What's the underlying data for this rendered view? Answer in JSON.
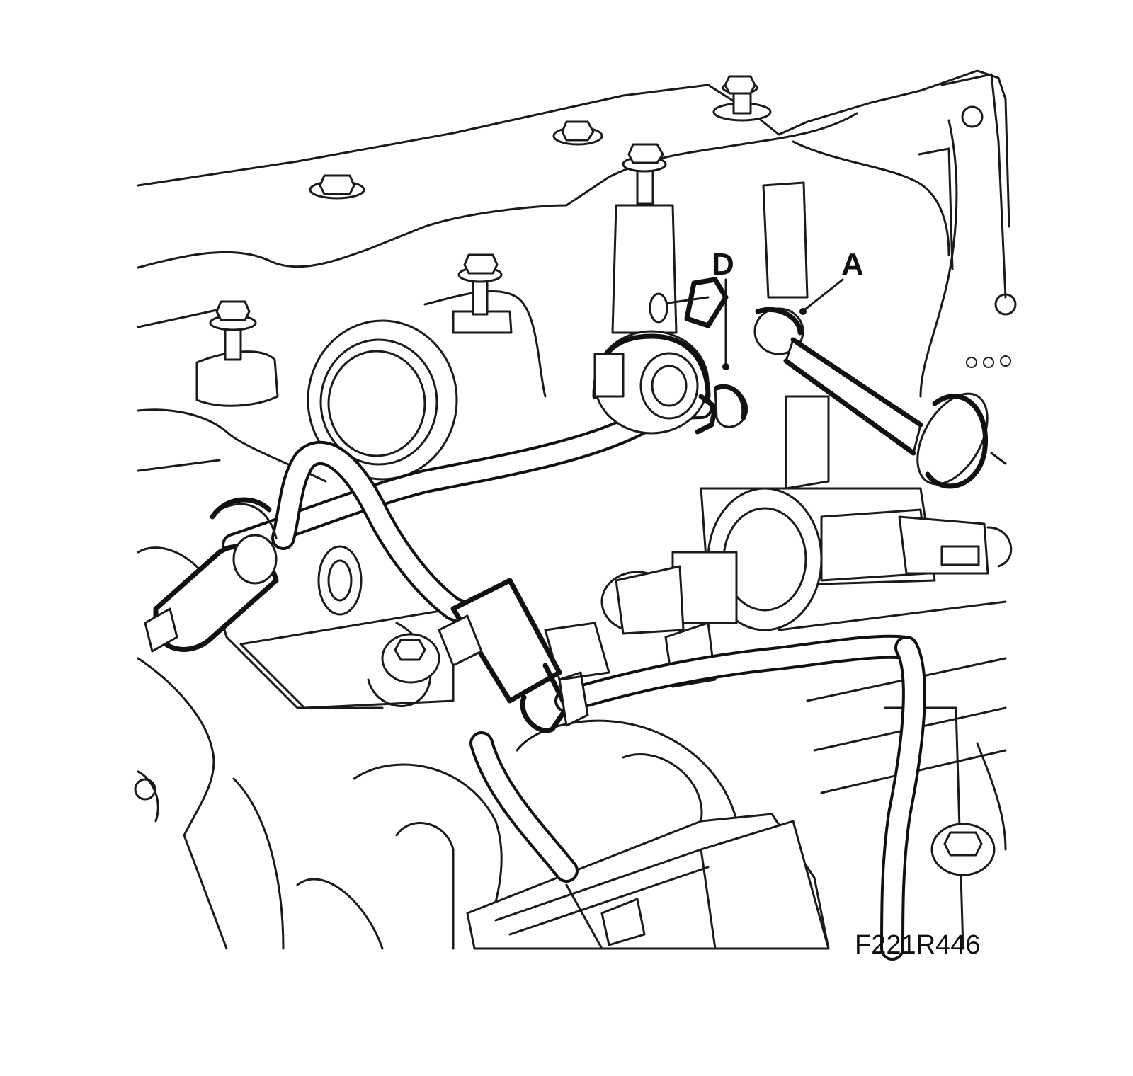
{
  "callouts": {
    "d": "D",
    "a": "A"
  },
  "figure_id": "F221R446",
  "colors": {
    "line": "#1a1a1a",
    "background": "#ffffff"
  }
}
